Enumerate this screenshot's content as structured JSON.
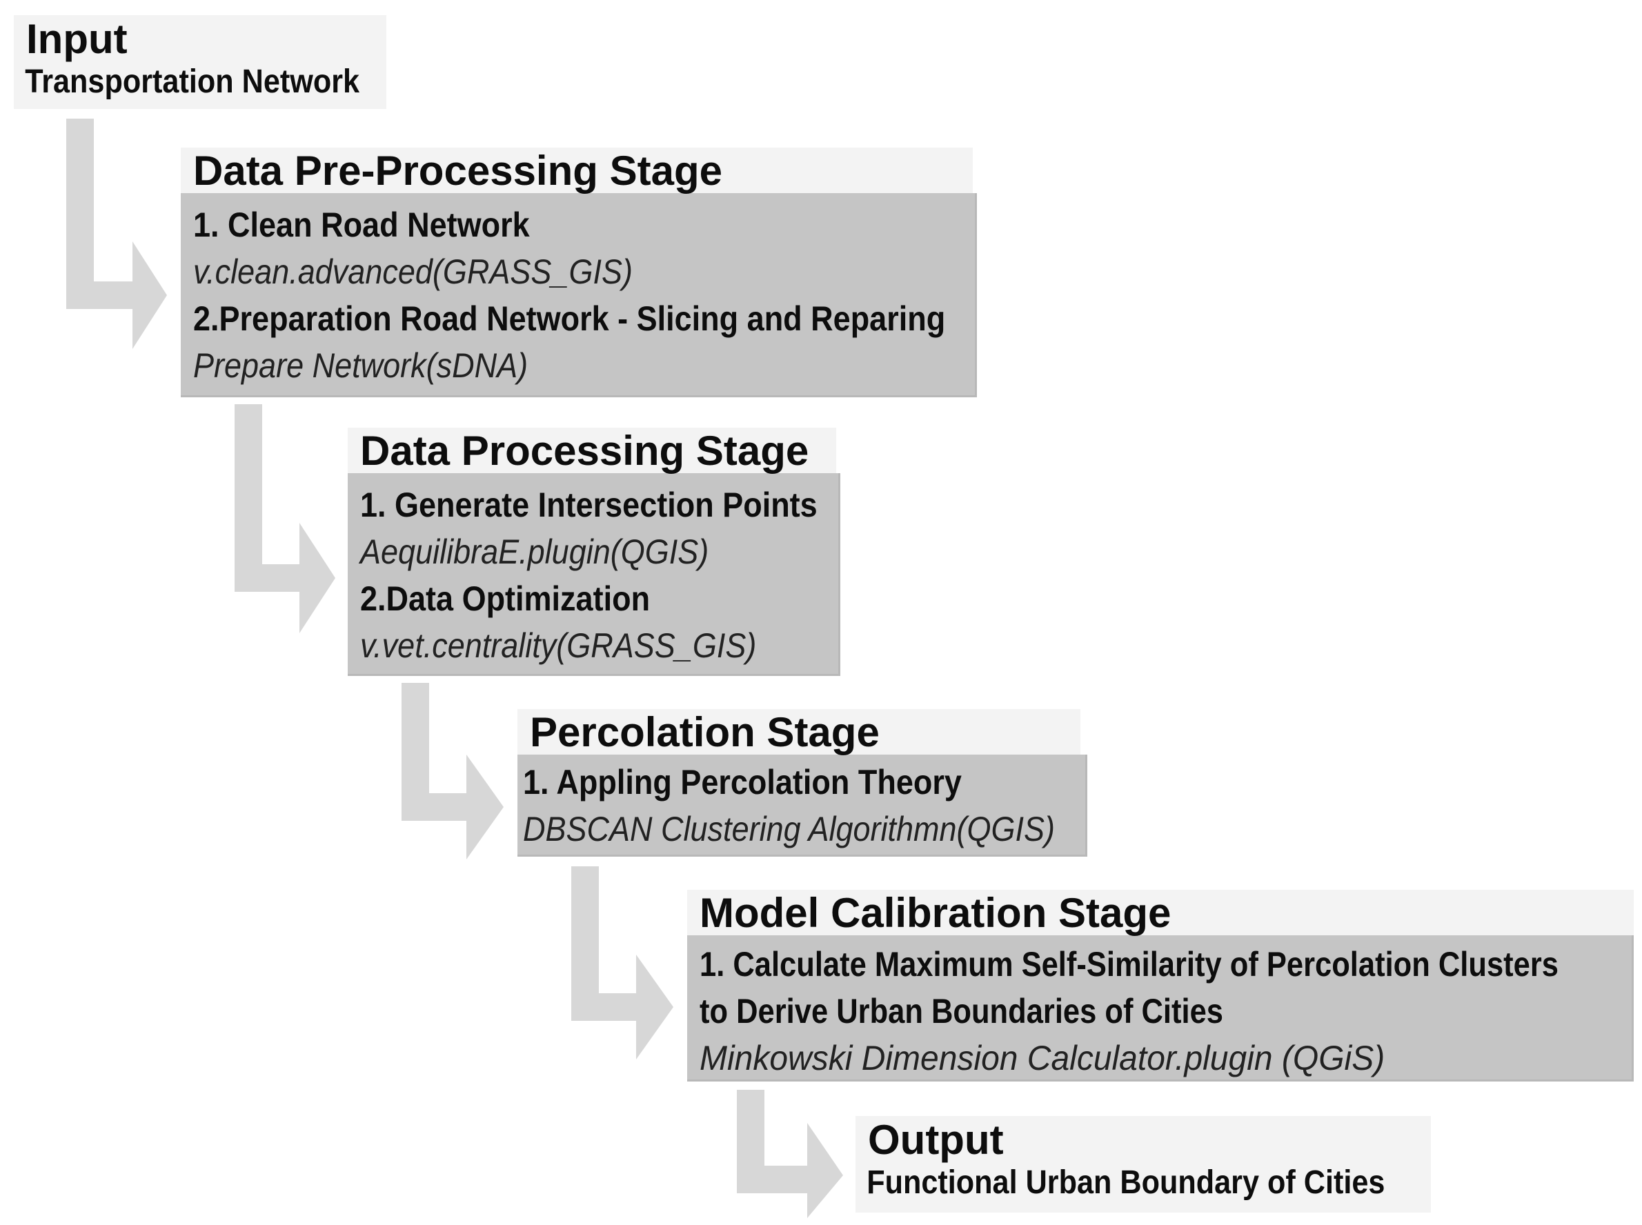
{
  "colors": {
    "header_bg": "#f3f3f3",
    "body_bg": "#c5c5c5",
    "arrow": "#d7d7d7",
    "text": "#0d0d0d"
  },
  "input": {
    "title": "Input",
    "subtitle": "Transportation Network"
  },
  "stages": [
    {
      "title": "Data Pre-Processing Stage",
      "steps": [
        {
          "label": "1. Clean Road Network",
          "tool": "v.clean.advanced(GRASS_GIS)"
        },
        {
          "label": "2.Preparation Road Network - Slicing and Reparing",
          "tool": "Prepare Network(sDNA)"
        }
      ]
    },
    {
      "title": "Data Processing Stage",
      "steps": [
        {
          "label": "1. Generate Intersection Points",
          "tool": "AequilibraE.plugin(QGIS)"
        },
        {
          "label": "2.Data Optimization",
          "tool": "v.vet.centrality(GRASS_GIS)"
        }
      ]
    },
    {
      "title": "Percolation Stage",
      "steps": [
        {
          "label": "1. Appling Percolation Theory",
          "tool": "DBSCAN Clustering Algorithmn(QGIS)"
        }
      ]
    },
    {
      "title": "Model Calibration Stage",
      "steps": [
        {
          "label_line1": "1. Calculate Maximum Self-Similarity of Percolation Clusters",
          "label_line2": "to Derive Urban Boundaries of Cities",
          "tool": "Minkowski Dimension Calculator.plugin (QGiS)"
        }
      ]
    }
  ],
  "output": {
    "title": "Output",
    "subtitle": "Functional Urban Boundary of Cities"
  }
}
